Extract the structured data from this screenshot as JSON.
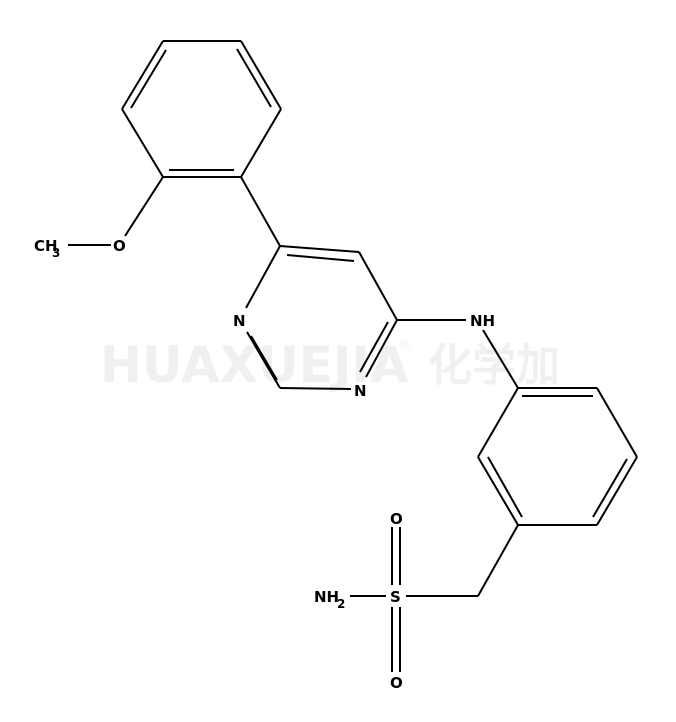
{
  "watermark": {
    "latin": "HUAXUEJIA",
    "registered": "®",
    "cjk": "化学加"
  },
  "atoms": {
    "ch3": {
      "main": "CH",
      "sub": "3"
    },
    "o_methoxy": "O",
    "n_ring_left": "N",
    "n_ring_bottom": "N",
    "nh": "NH",
    "nh2": {
      "main": "NH",
      "sub": "2"
    },
    "s": "S",
    "o_top": "O",
    "o_bottom": "O"
  }
}
